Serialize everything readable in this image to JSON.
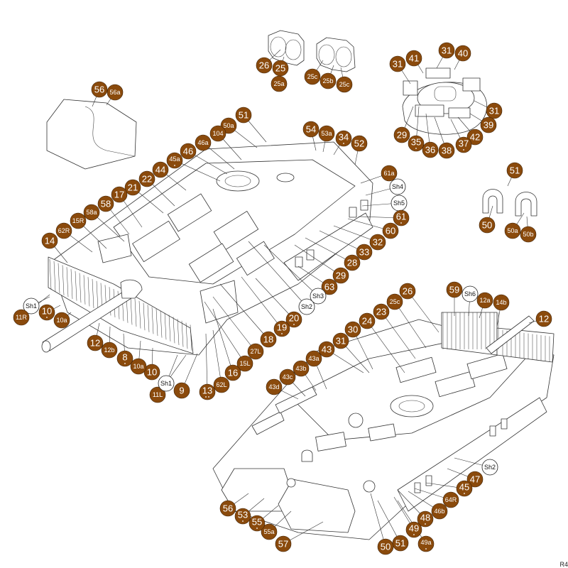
{
  "diagram": {
    "labels": [
      {
        "id": "26",
        "kind": "part"
      },
      {
        "id": "25",
        "kind": "part"
      },
      {
        "id": "25a",
        "kind": "part"
      },
      {
        "id": "25c",
        "kind": "part"
      },
      {
        "id": "25b",
        "kind": "part"
      },
      {
        "id": "25c",
        "kind": "part"
      },
      {
        "id": "31",
        "kind": "part"
      },
      {
        "id": "41",
        "kind": "part"
      },
      {
        "id": "31",
        "kind": "part"
      },
      {
        "id": "40",
        "kind": "part"
      },
      {
        "id": "31",
        "kind": "part"
      },
      {
        "id": "39",
        "kind": "part"
      },
      {
        "id": "42",
        "kind": "part"
      },
      {
        "id": "37",
        "kind": "part",
        "dots": 1
      },
      {
        "id": "38",
        "kind": "part"
      },
      {
        "id": "36",
        "kind": "part"
      },
      {
        "id": "35",
        "kind": "part",
        "dots": 1
      },
      {
        "id": "29",
        "kind": "part"
      },
      {
        "id": "56",
        "kind": "part"
      },
      {
        "id": "56a",
        "kind": "part"
      },
      {
        "id": "51",
        "kind": "part"
      },
      {
        "id": "50a",
        "kind": "part"
      },
      {
        "id": "104",
        "kind": "part"
      },
      {
        "id": "46a",
        "kind": "part"
      },
      {
        "id": "46",
        "kind": "part"
      },
      {
        "id": "45a",
        "kind": "part",
        "dots": 1
      },
      {
        "id": "44",
        "kind": "part"
      },
      {
        "id": "22",
        "kind": "part"
      },
      {
        "id": "21",
        "kind": "part"
      },
      {
        "id": "17",
        "kind": "part"
      },
      {
        "id": "58",
        "kind": "part"
      },
      {
        "id": "58a",
        "kind": "part"
      },
      {
        "id": "15R",
        "kind": "part"
      },
      {
        "id": "62R",
        "kind": "part"
      },
      {
        "id": "14",
        "kind": "part"
      },
      {
        "id": "54",
        "kind": "part"
      },
      {
        "id": "53a",
        "kind": "part"
      },
      {
        "id": "34",
        "kind": "part",
        "dots": 1
      },
      {
        "id": "52",
        "kind": "part"
      },
      {
        "id": "61a",
        "kind": "part"
      },
      {
        "id": "Sh4",
        "kind": "sheet"
      },
      {
        "id": "Sh5",
        "kind": "sheet"
      },
      {
        "id": "61",
        "kind": "part",
        "dots": 1
      },
      {
        "id": "60",
        "kind": "part"
      },
      {
        "id": "32",
        "kind": "part"
      },
      {
        "id": "33",
        "kind": "part"
      },
      {
        "id": "28",
        "kind": "part"
      },
      {
        "id": "29",
        "kind": "part"
      },
      {
        "id": "63",
        "kind": "part"
      },
      {
        "id": "Sh3",
        "kind": "sheet"
      },
      {
        "id": "Sh2",
        "kind": "sheet"
      },
      {
        "id": "20",
        "kind": "part",
        "dots": 1
      },
      {
        "id": "19",
        "kind": "part",
        "dots": 1
      },
      {
        "id": "18",
        "kind": "part"
      },
      {
        "id": "27L",
        "kind": "part"
      },
      {
        "id": "15L",
        "kind": "part"
      },
      {
        "id": "16",
        "kind": "part"
      },
      {
        "id": "62L",
        "kind": "part"
      },
      {
        "id": "13",
        "kind": "part",
        "dots": 2
      },
      {
        "id": "9",
        "kind": "part"
      },
      {
        "id": "11L",
        "kind": "part"
      },
      {
        "id": "Sh1",
        "kind": "sheet"
      },
      {
        "id": "10",
        "kind": "part"
      },
      {
        "id": "10a",
        "kind": "part"
      },
      {
        "id": "8",
        "kind": "part",
        "dots": 1
      },
      {
        "id": "12b",
        "kind": "part"
      },
      {
        "id": "12",
        "kind": "part"
      },
      {
        "id": "Sh1",
        "kind": "sheet"
      },
      {
        "id": "10",
        "kind": "part",
        "dots": 1
      },
      {
        "id": "10a",
        "kind": "part"
      },
      {
        "id": "11R",
        "kind": "part"
      },
      {
        "id": "51",
        "kind": "part"
      },
      {
        "id": "50",
        "kind": "part"
      },
      {
        "id": "50a",
        "kind": "part"
      },
      {
        "id": "50b",
        "kind": "part"
      },
      {
        "id": "59",
        "kind": "part"
      },
      {
        "id": "Sh6",
        "kind": "sheet"
      },
      {
        "id": "12a",
        "kind": "part"
      },
      {
        "id": "14b",
        "kind": "part"
      },
      {
        "id": "12",
        "kind": "part"
      },
      {
        "id": "26",
        "kind": "part"
      },
      {
        "id": "25c",
        "kind": "part"
      },
      {
        "id": "23",
        "kind": "part"
      },
      {
        "id": "24",
        "kind": "part"
      },
      {
        "id": "30",
        "kind": "part"
      },
      {
        "id": "31",
        "kind": "part"
      },
      {
        "id": "43",
        "kind": "part"
      },
      {
        "id": "43a",
        "kind": "part"
      },
      {
        "id": "43b",
        "kind": "part"
      },
      {
        "id": "43c",
        "kind": "part"
      },
      {
        "id": "43d",
        "kind": "part"
      },
      {
        "id": "Sh2",
        "kind": "sheet"
      },
      {
        "id": "47",
        "kind": "part"
      },
      {
        "id": "45",
        "kind": "part",
        "dots": 1
      },
      {
        "id": "64R",
        "kind": "part"
      },
      {
        "id": "46b",
        "kind": "part"
      },
      {
        "id": "48",
        "kind": "part",
        "dots": 1
      },
      {
        "id": "49",
        "kind": "part",
        "dots": 1
      },
      {
        "id": "49a",
        "kind": "part",
        "dots": 1
      },
      {
        "id": "51",
        "kind": "part"
      },
      {
        "id": "50",
        "kind": "part"
      },
      {
        "id": "57",
        "kind": "part"
      },
      {
        "id": "55a",
        "kind": "part"
      },
      {
        "id": "55",
        "kind": "part",
        "dots": 1
      },
      {
        "id": "53",
        "kind": "part",
        "dots": 1
      },
      {
        "id": "56",
        "kind": "part"
      }
    ],
    "corner_text": "R4"
  },
  "colors": {
    "part_fill": "#8a4a0c",
    "part_text": "#ffffff",
    "sheet_fill": "#ffffff",
    "sheet_text": "#111111",
    "line": "#333333"
  }
}
